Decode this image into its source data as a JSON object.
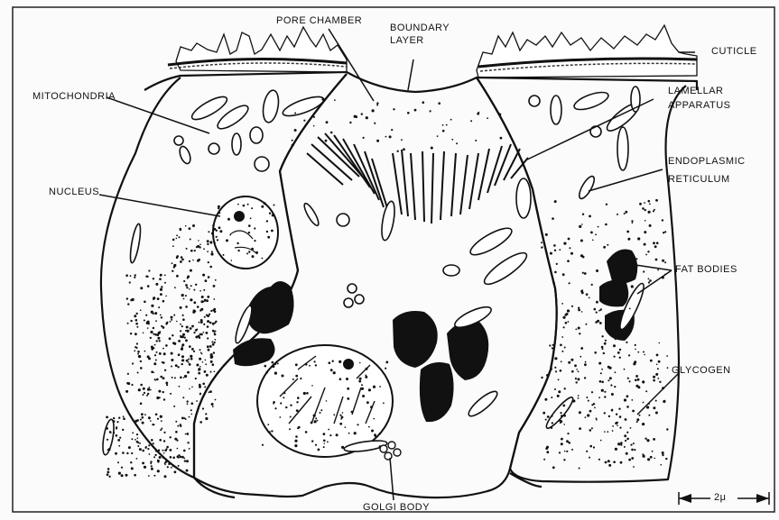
{
  "figure": {
    "labels": {
      "pore_chamber": "PORE CHAMBER",
      "boundary_layer_1": "BOUNDARY",
      "boundary_layer_2": "LAYER",
      "cuticle": "CUTICLE",
      "mitochondria": "MITOCHONDRIA",
      "lamellar_1": "LAMELLAR",
      "lamellar_2": "APPARATUS",
      "endoplasmic_1": "ENDOPLASMIC",
      "endoplasmic_2": "RETICULUM",
      "nucleus": "NUCLEUS",
      "fat_bodies": "FAT BODIES",
      "glycogen": "GLYCOGEN",
      "golgi_body": "GOLGI BODY",
      "scale_bar": "2μ"
    }
  }
}
